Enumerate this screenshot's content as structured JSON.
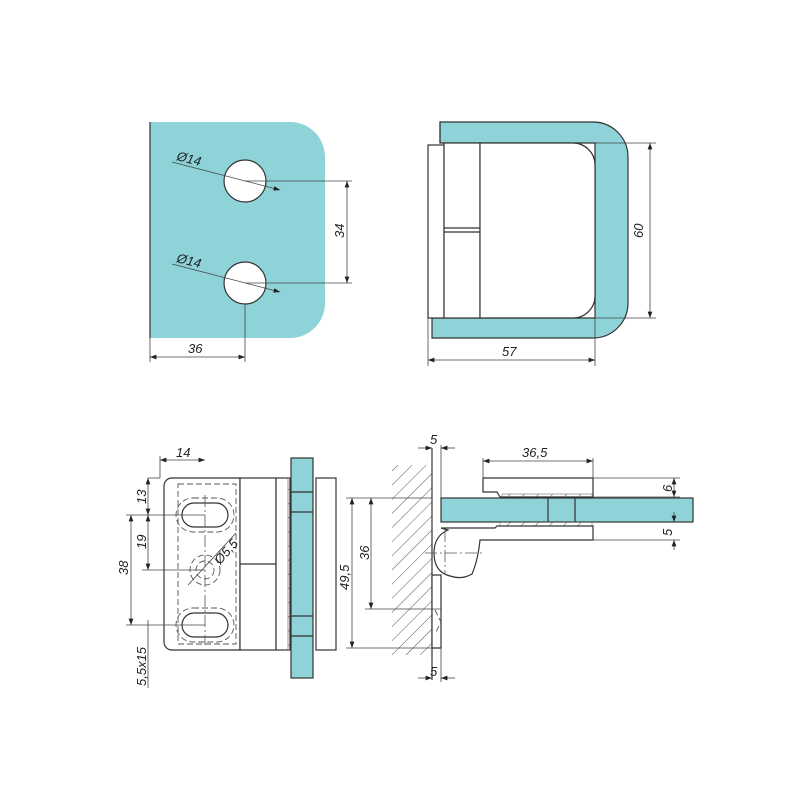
{
  "glass_color": "#8dd3d7",
  "front_view": {
    "hole_top": "Ø14",
    "hole_bottom": "Ø14",
    "hole_spacing": "34",
    "hole_offset": "36"
  },
  "side_view": {
    "height": "60",
    "depth": "57"
  },
  "back_view": {
    "slot_width": "14",
    "top_offset": "13",
    "mid_offset": "19",
    "slot_span": "38",
    "slot_size": "5,5x15",
    "screw_hole": "Ø5,5"
  },
  "section_view": {
    "total_height": "49,5",
    "inner_height": "36",
    "wall_gap_top": "5",
    "wall_gap_bottom": "5",
    "clamp_length": "36,5",
    "top_thickness": "6",
    "bottom_thickness": "5"
  }
}
